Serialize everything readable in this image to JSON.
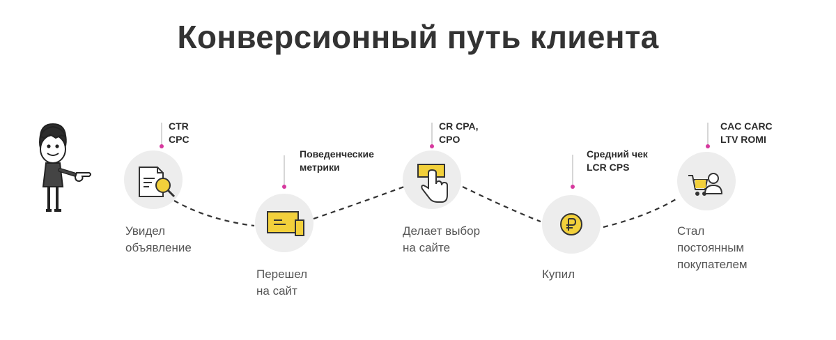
{
  "title": "Конверсионный путь клиента",
  "accent_color": "#f2d03b",
  "dot_color": "#d6399e",
  "steps": [
    {
      "metrics": "CTR\nCPC",
      "label": "Увидел\nобъявление",
      "icon": "search-document-icon"
    },
    {
      "metrics": "Поведенческие\nметрики",
      "label": "Перешел\nна сайт",
      "icon": "website-devices-icon"
    },
    {
      "metrics": "CR CPA,\nCPO",
      "label": "Делает выбор\nна сайте",
      "icon": "hand-click-icon"
    },
    {
      "metrics": "Средний чек\nLCR  CPS",
      "label": "Купил",
      "icon": "ruble-coin-icon"
    },
    {
      "metrics": "CAC CARC\nLTV ROMI",
      "label": "Стал\nпостоянным\nпокупателем",
      "icon": "cart-customer-icon"
    }
  ]
}
